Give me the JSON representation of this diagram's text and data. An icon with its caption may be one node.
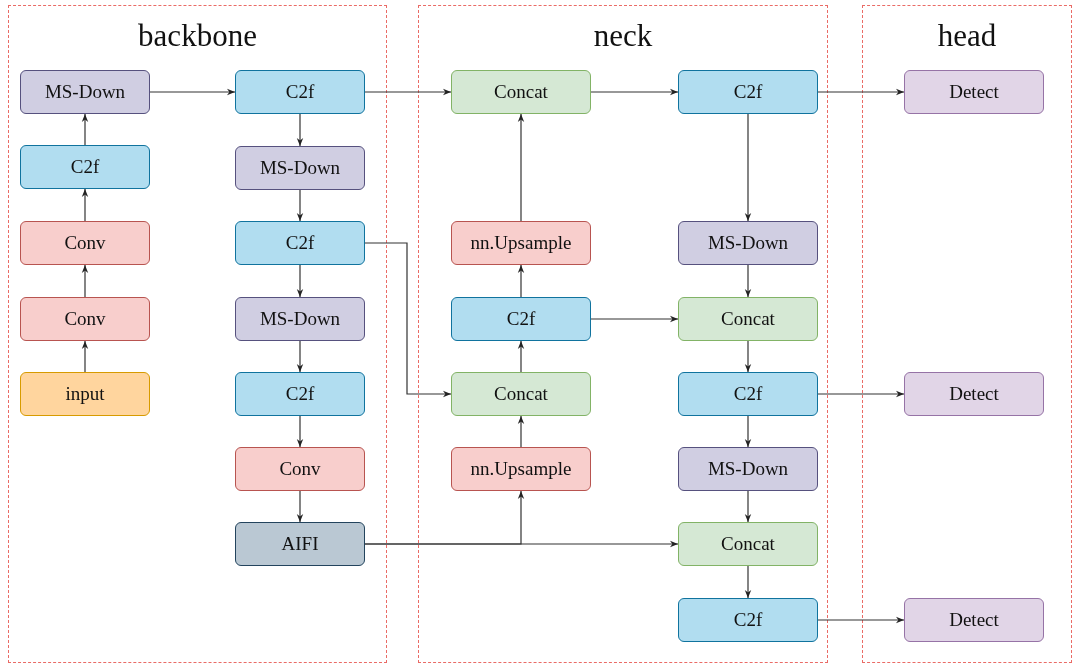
{
  "diagram": {
    "nodes": [
      {
        "text": [
          "backbone"
        ]
      },
      {
        "text": [
          "neck"
        ]
      },
      {
        "text": [
          "head"
        ]
      },
      {
        "text": [
          "MS-Down"
        ],
        "in": 0
      },
      {
        "text": [
          "C2f"
        ],
        "in": 0
      },
      {
        "text": [
          "Conv"
        ],
        "in": 0
      },
      {
        "text": [
          "Conv"
        ],
        "in": 0
      },
      {
        "text": [
          "input"
        ],
        "in": 0
      },
      {
        "text": [
          "C2f"
        ],
        "in": 0
      },
      {
        "text": [
          "MS-Down"
        ],
        "in": 0
      },
      {
        "text": [
          "C2f"
        ],
        "in": 0
      },
      {
        "text": [
          "MS-Down"
        ],
        "in": 0
      },
      {
        "text": [
          "C2f"
        ],
        "in": 0
      },
      {
        "text": [
          "Conv"
        ],
        "in": 0
      },
      {
        "text": [
          "AIFI"
        ],
        "in": 0
      },
      {
        "text": [
          "Concat"
        ],
        "in": 1
      },
      {
        "text": [
          "nn.Upsample"
        ],
        "in": 1
      },
      {
        "text": [
          "C2f"
        ],
        "in": 1
      },
      {
        "text": [
          "Concat"
        ],
        "in": 1
      },
      {
        "text": [
          "nn.Upsample"
        ],
        "in": 1
      },
      {
        "text": [
          "C2f"
        ],
        "in": 1
      },
      {
        "text": [
          "MS-Down"
        ],
        "in": 1
      },
      {
        "text": [
          "Concat"
        ],
        "in": 1
      },
      {
        "text": [
          "C2f"
        ],
        "in": 1
      },
      {
        "text": [
          "MS-Down"
        ],
        "in": 1
      },
      {
        "text": [
          "Concat"
        ],
        "in": 1
      },
      {
        "text": [
          "C2f"
        ],
        "in": 1
      },
      {
        "text": [
          "Detect"
        ],
        "in": 2
      },
      {
        "text": [
          "Detect"
        ],
        "in": 2
      },
      {
        "text": [
          "Detect"
        ],
        "in": 2
      }
    ],
    "edges": [
      {
        "from": 7,
        "to": 6,
        "arrow": "to"
      },
      {
        "from": 6,
        "to": 5,
        "arrow": "to"
      },
      {
        "from": 5,
        "to": 4,
        "arrow": "to"
      },
      {
        "from": 4,
        "to": 3,
        "arrow": "to"
      },
      {
        "from": 3,
        "to": 8,
        "arrow": "to"
      },
      {
        "from": 8,
        "to": 9,
        "arrow": "to"
      },
      {
        "from": 9,
        "to": 10,
        "arrow": "to"
      },
      {
        "from": 10,
        "to": 11,
        "arrow": "to"
      },
      {
        "from": 11,
        "to": 12,
        "arrow": "to"
      },
      {
        "from": 12,
        "to": 13,
        "arrow": "to"
      },
      {
        "from": 13,
        "to": 14,
        "arrow": "to"
      },
      {
        "from": 8,
        "to": 15,
        "arrow": "to"
      },
      {
        "from": 10,
        "to": 18,
        "arrow": "to"
      },
      {
        "from": 14,
        "to": 19,
        "arrow": "to"
      },
      {
        "from": 14,
        "to": 25,
        "arrow": "to"
      },
      {
        "from": 19,
        "to": 18,
        "arrow": "to"
      },
      {
        "from": 18,
        "to": 17,
        "arrow": "to"
      },
      {
        "from": 17,
        "to": 16,
        "arrow": "to"
      },
      {
        "from": 16,
        "to": 15,
        "arrow": "to"
      },
      {
        "from": 15,
        "to": 20,
        "arrow": "to"
      },
      {
        "from": 20,
        "to": 21,
        "arrow": "to"
      },
      {
        "from": 21,
        "to": 22,
        "arrow": "to"
      },
      {
        "from": 17,
        "to": 22,
        "arrow": "to"
      },
      {
        "from": 22,
        "to": 23,
        "arrow": "to"
      },
      {
        "from": 23,
        "to": 24,
        "arrow": "to"
      },
      {
        "from": 24,
        "to": 25,
        "arrow": "to"
      },
      {
        "from": 25,
        "to": 26,
        "arrow": "to"
      },
      {
        "from": 20,
        "to": 27,
        "arrow": "to"
      },
      {
        "from": 23,
        "to": 28,
        "arrow": "to"
      },
      {
        "from": 26,
        "to": 29,
        "arrow": "to"
      }
    ]
  }
}
